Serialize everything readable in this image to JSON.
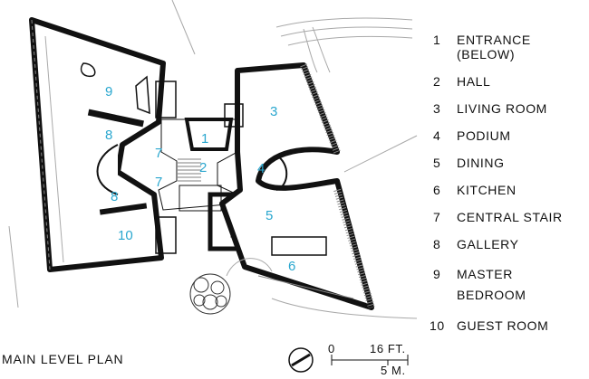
{
  "legend": [
    {
      "num": "1",
      "label": "ENTRANCE (BELOW)"
    },
    {
      "num": "2",
      "label": "HALL"
    },
    {
      "num": "3",
      "label": "LIVING ROOM"
    },
    {
      "num": "4",
      "label": "PODIUM"
    },
    {
      "num": "5",
      "label": "DINING"
    },
    {
      "num": "6",
      "label": "KITCHEN"
    },
    {
      "num": "7",
      "label": "CENTRAL STAIR"
    },
    {
      "num": "8",
      "label": "GALLERY"
    },
    {
      "num": "9",
      "label": "MASTER BEDROOM"
    },
    {
      "num": "10",
      "label": "GUEST ROOM"
    }
  ],
  "plan_labels": [
    "9",
    "8",
    "7",
    "1",
    "2",
    "7",
    "8",
    "10",
    "3",
    "4",
    "5",
    "6"
  ],
  "caption": "MAIN LEVEL PLAN",
  "scale": {
    "zero": "0",
    "feet": "16 FT.",
    "meters": "5 M."
  },
  "colors": {
    "room_numbers": "#2aa7cf",
    "walls": "#111111",
    "lines": "#9a9a9a"
  }
}
